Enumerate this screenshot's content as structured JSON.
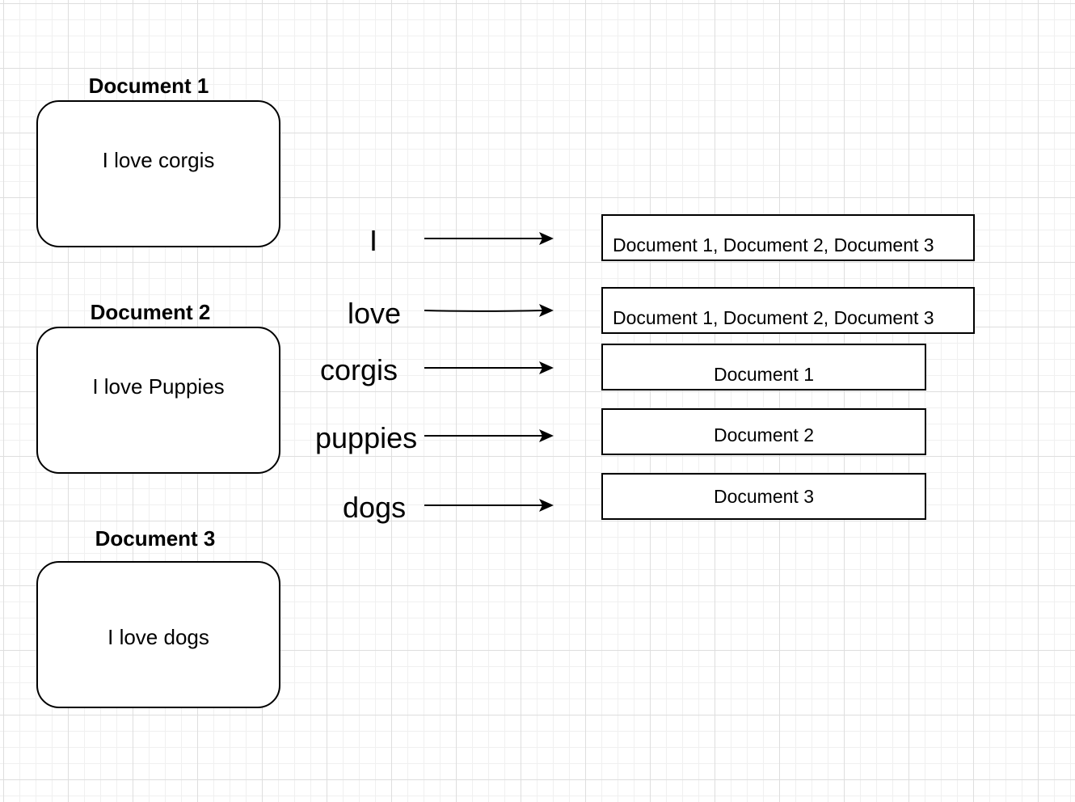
{
  "documents": [
    {
      "title": "Document 1",
      "text": "I love corgis"
    },
    {
      "title": "Document 2",
      "text": "I love Puppies"
    },
    {
      "title": "Document 3",
      "text": "I love dogs"
    }
  ],
  "index": [
    {
      "term": "I",
      "postings": "Document 1, Document 2, Document 3"
    },
    {
      "term": "love",
      "postings": "Document 1, Document 2, Document 3"
    },
    {
      "term": "corgis",
      "postings": "Document 1"
    },
    {
      "term": "puppies",
      "postings": "Document 2"
    },
    {
      "term": "dogs",
      "postings": "Document 3"
    }
  ],
  "colors": {
    "stroke": "#000000",
    "grid": "#dedede",
    "background": "#ffffff"
  }
}
